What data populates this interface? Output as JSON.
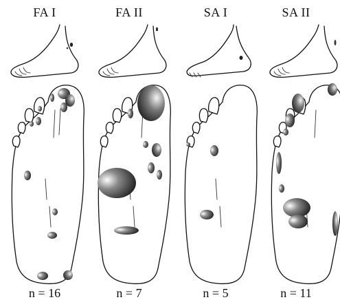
{
  "panels": [
    {
      "title": "FA I",
      "n_label": "n = 16"
    },
    {
      "title": "FA II",
      "n_label": "n = 7"
    },
    {
      "title": "SA I",
      "n_label": "n = 5"
    },
    {
      "title": "SA II",
      "n_label": "n = 11"
    }
  ],
  "colors": {
    "ink": "#111111",
    "field_dark": "#1a1a1a",
    "field_light": "#ffffff",
    "background": "#ffffff"
  }
}
